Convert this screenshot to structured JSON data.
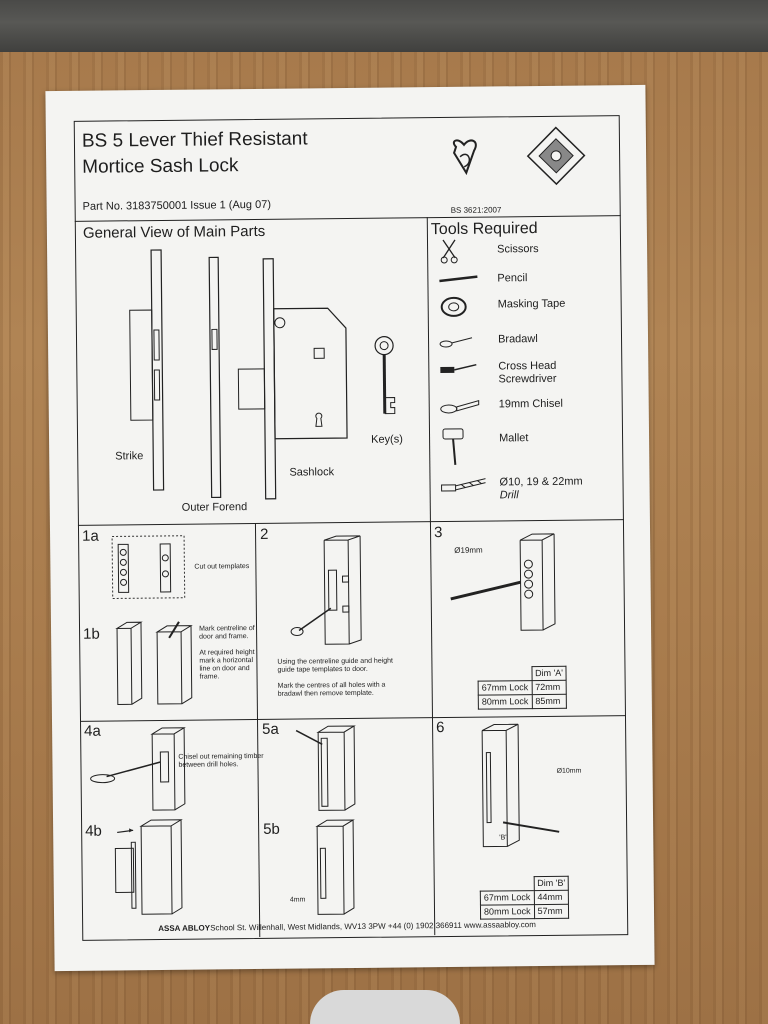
{
  "title_line1": "BS 5 Lever Thief Resistant",
  "title_line2": "Mortice Sash Lock",
  "part_no": "Part No. 3183750001 Issue 1 (Aug 07)",
  "standard": "BS 3621:2007",
  "general_view": {
    "heading": "General View of Main Parts",
    "labels": {
      "strike": "Strike",
      "outer_forend": "Outer Forend",
      "sashlock": "Sashlock",
      "keys": "Key(s)"
    }
  },
  "tools": {
    "heading": "Tools Required",
    "items": [
      {
        "label": "Scissors",
        "icon": "scissors-icon"
      },
      {
        "label": "Pencil",
        "icon": "pencil-icon"
      },
      {
        "label": "Masking Tape",
        "icon": "masking-tape-icon"
      },
      {
        "label": "Bradawl",
        "icon": "bradawl-icon"
      },
      {
        "label": "Cross Head",
        "label2": "Screwdriver",
        "icon": "screwdriver-icon"
      },
      {
        "label": "19mm Chisel",
        "icon": "chisel-icon"
      },
      {
        "label": "Mallet",
        "icon": "mallet-icon"
      },
      {
        "label": "Ø10, 19 & 22mm",
        "label2": "Drill",
        "icon": "drill-bit-icon"
      }
    ]
  },
  "steps": {
    "s1a": {
      "num": "1a",
      "text": "Cut out templates"
    },
    "s1b": {
      "num": "1b",
      "text": [
        "Mark centreline of",
        "door and frame.",
        "",
        "At required height",
        "mark a horizontal",
        "line on door and",
        "frame."
      ]
    },
    "s2": {
      "num": "2",
      "text": [
        "Using the centreline guide and height",
        "guide tape templates to door.",
        "",
        "Mark the centres of all holes with a",
        "bradawl then remove template."
      ]
    },
    "s3": {
      "num": "3",
      "label": "Ø19mm",
      "dim_header": "Dim 'A'",
      "rows": [
        [
          "67mm Lock",
          "72mm"
        ],
        [
          "80mm Lock",
          "85mm"
        ]
      ]
    },
    "s4a": {
      "num": "4a",
      "text": [
        "Chisel out remaining timber",
        "between drill holes."
      ]
    },
    "s4b": {
      "num": "4b"
    },
    "s5a": {
      "num": "5a"
    },
    "s5b": {
      "num": "5b",
      "label": "4mm"
    },
    "s6": {
      "num": "6",
      "label": "Ø10mm",
      "marker": "'B'",
      "dim_header": "Dim 'B'",
      "rows": [
        [
          "67mm Lock",
          "44mm"
        ],
        [
          "80mm Lock",
          "57mm"
        ]
      ]
    }
  },
  "footer": {
    "brand": "ASSA ABLOY",
    "address": "School St. Willenhall, West Midlands,  WV13 3PW +44 (0) 1902 366911  www.assaabloy.com"
  }
}
